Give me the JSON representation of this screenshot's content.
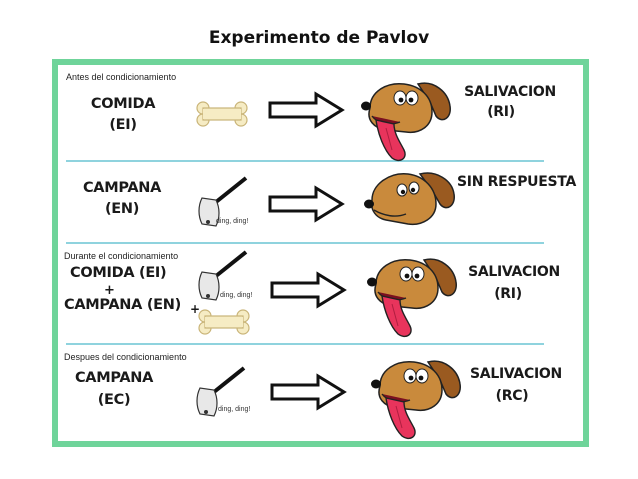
{
  "title": "Experimento de Pavlov",
  "colors": {
    "frame": "#6fd49a",
    "separator": "#8fd3de",
    "dog_body": "#c98a3c",
    "tongue": "#e8345c",
    "bone": "#f6ecc4"
  },
  "rows": [
    {
      "section": "Antes del condicionamiento",
      "stimulus": [
        "COMIDA",
        "(EI)"
      ],
      "icon": "bone-icon",
      "response": [
        "SALIVACION",
        "(RI)"
      ]
    },
    {
      "section": "",
      "stimulus": [
        "CAMPANA",
        "(EN)"
      ],
      "icon": "bell-icon",
      "ding": "ding, ding!",
      "response": [
        "SIN RESPUESTA"
      ]
    },
    {
      "section": "Durante el condicionamiento",
      "stimulus": [
        "COMIDA (EI)",
        "+",
        "CAMPANA (EN)"
      ],
      "icon": "bell-icon",
      "ding": "ding, ding!",
      "plus": "+",
      "response": [
        "SALIVACION",
        "(RI)"
      ]
    },
    {
      "section": "Despues del condicionamiento",
      "stimulus": [
        "CAMPANA",
        "(EC)"
      ],
      "icon": "bell-icon",
      "ding": "ding, ding!",
      "response": [
        "SALIVACION",
        "(RC)"
      ]
    }
  ]
}
